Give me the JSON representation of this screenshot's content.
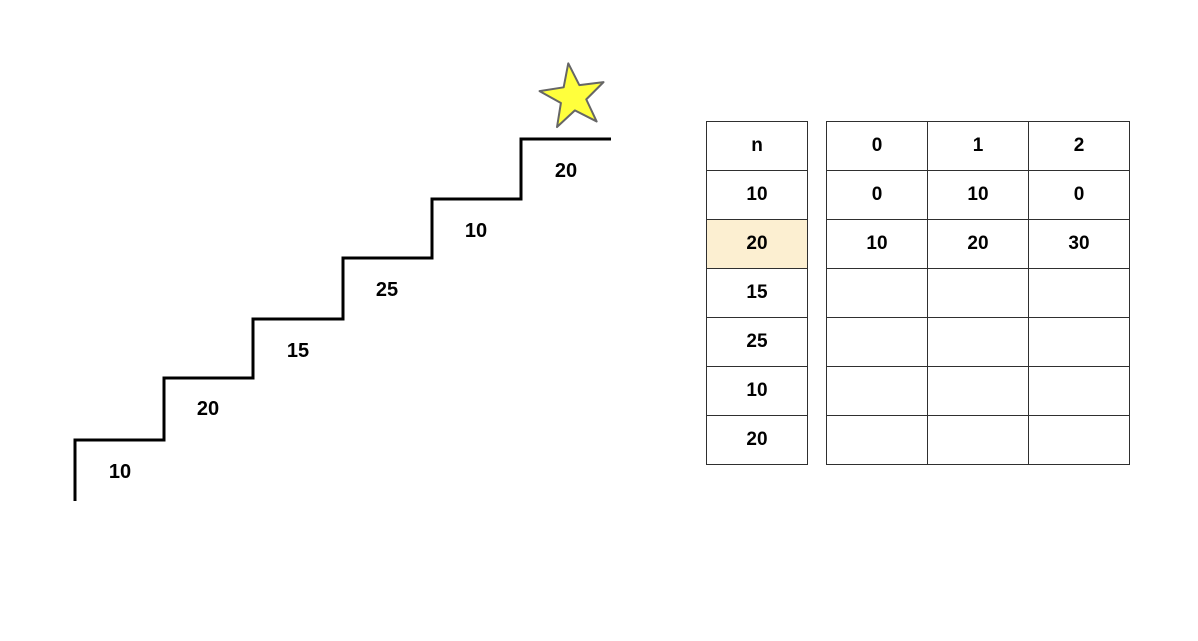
{
  "staircase": {
    "line_color": "#000000",
    "steps": [
      {
        "label": "10"
      },
      {
        "label": "20"
      },
      {
        "label": "15"
      },
      {
        "label": "25"
      },
      {
        "label": "10"
      },
      {
        "label": "20"
      }
    ],
    "star": {
      "fill": "#FFFF3C",
      "stroke": "#666666"
    }
  },
  "n_table": {
    "header": "n",
    "rows": [
      "10",
      "20",
      "15",
      "25",
      "10",
      "20"
    ],
    "highlighted_row_index": 1,
    "highlighted_value": "20",
    "highlight_color": "#FCEFD1"
  },
  "memo_table": {
    "headers": [
      "0",
      "1",
      "2"
    ],
    "rows": [
      [
        "0",
        "10",
        "0"
      ],
      [
        "10",
        "20",
        "30"
      ],
      [
        "",
        "",
        ""
      ],
      [
        "",
        "",
        ""
      ],
      [
        "",
        "",
        ""
      ],
      [
        "",
        "",
        ""
      ]
    ]
  }
}
